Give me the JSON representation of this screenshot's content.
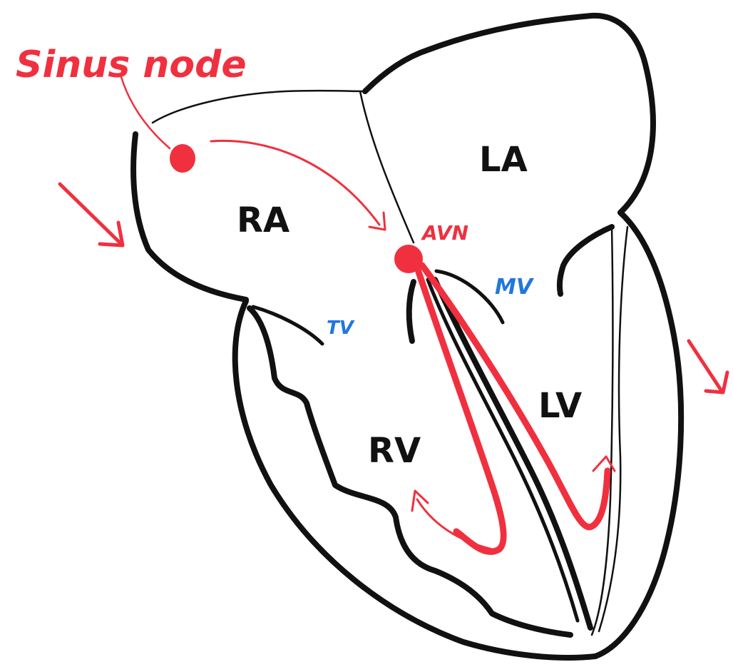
{
  "labels": {
    "sinus_node": "Sinus node",
    "ra": "RA",
    "la": "LA",
    "avn": "AVN",
    "tv": "TV",
    "mv": "MV",
    "rv": "RV",
    "lv": "LV"
  },
  "colors": {
    "outline": "#111111",
    "conduction": "#f0303f",
    "valve_label": "#2277dd",
    "background": "#ffffff"
  }
}
